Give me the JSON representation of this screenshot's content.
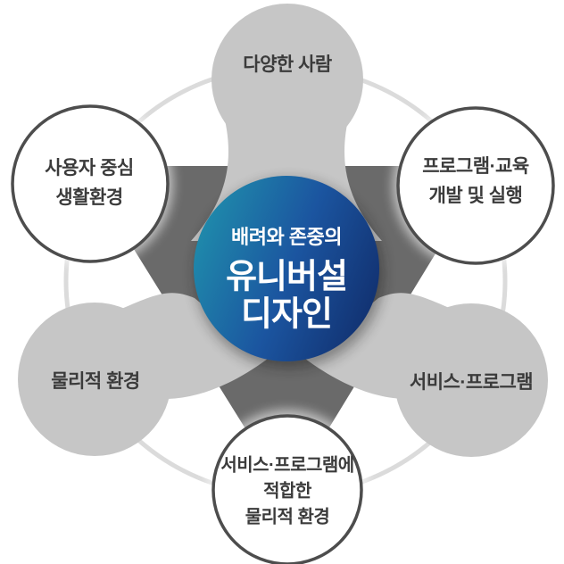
{
  "center": {
    "line1": "배려와 존중의",
    "line2": "유니버설",
    "line3": "디자인"
  },
  "nodes": {
    "top": {
      "label": "다양한 사람"
    },
    "top_left": {
      "line1": "사용자 중심",
      "line2": "생활환경"
    },
    "top_right": {
      "line1": "프로그램·교육",
      "line2": "개발 및 실행"
    },
    "left": {
      "label": "물리적 환경"
    },
    "right": {
      "label": "서비스·프로그램"
    },
    "bottom": {
      "line1": "서비스·프로그램에",
      "line2": "적합한",
      "line3": "물리적 환경"
    }
  },
  "colors": {
    "background": "#ffffff",
    "blob_gray": "#c6c6c6",
    "triangle_gray": "#6a6a6a",
    "ring_gray": "#dbdbdb",
    "circle_border": "#4d4d4d",
    "node_fill": "#ffffff",
    "label_text": "#3b3b3b",
    "center_text": "#ffffff",
    "blue_light": "#1f8aab",
    "blue_mid": "#1b55a0",
    "blue_dark": "#112f6e",
    "shadow": "#1a1a1a"
  }
}
